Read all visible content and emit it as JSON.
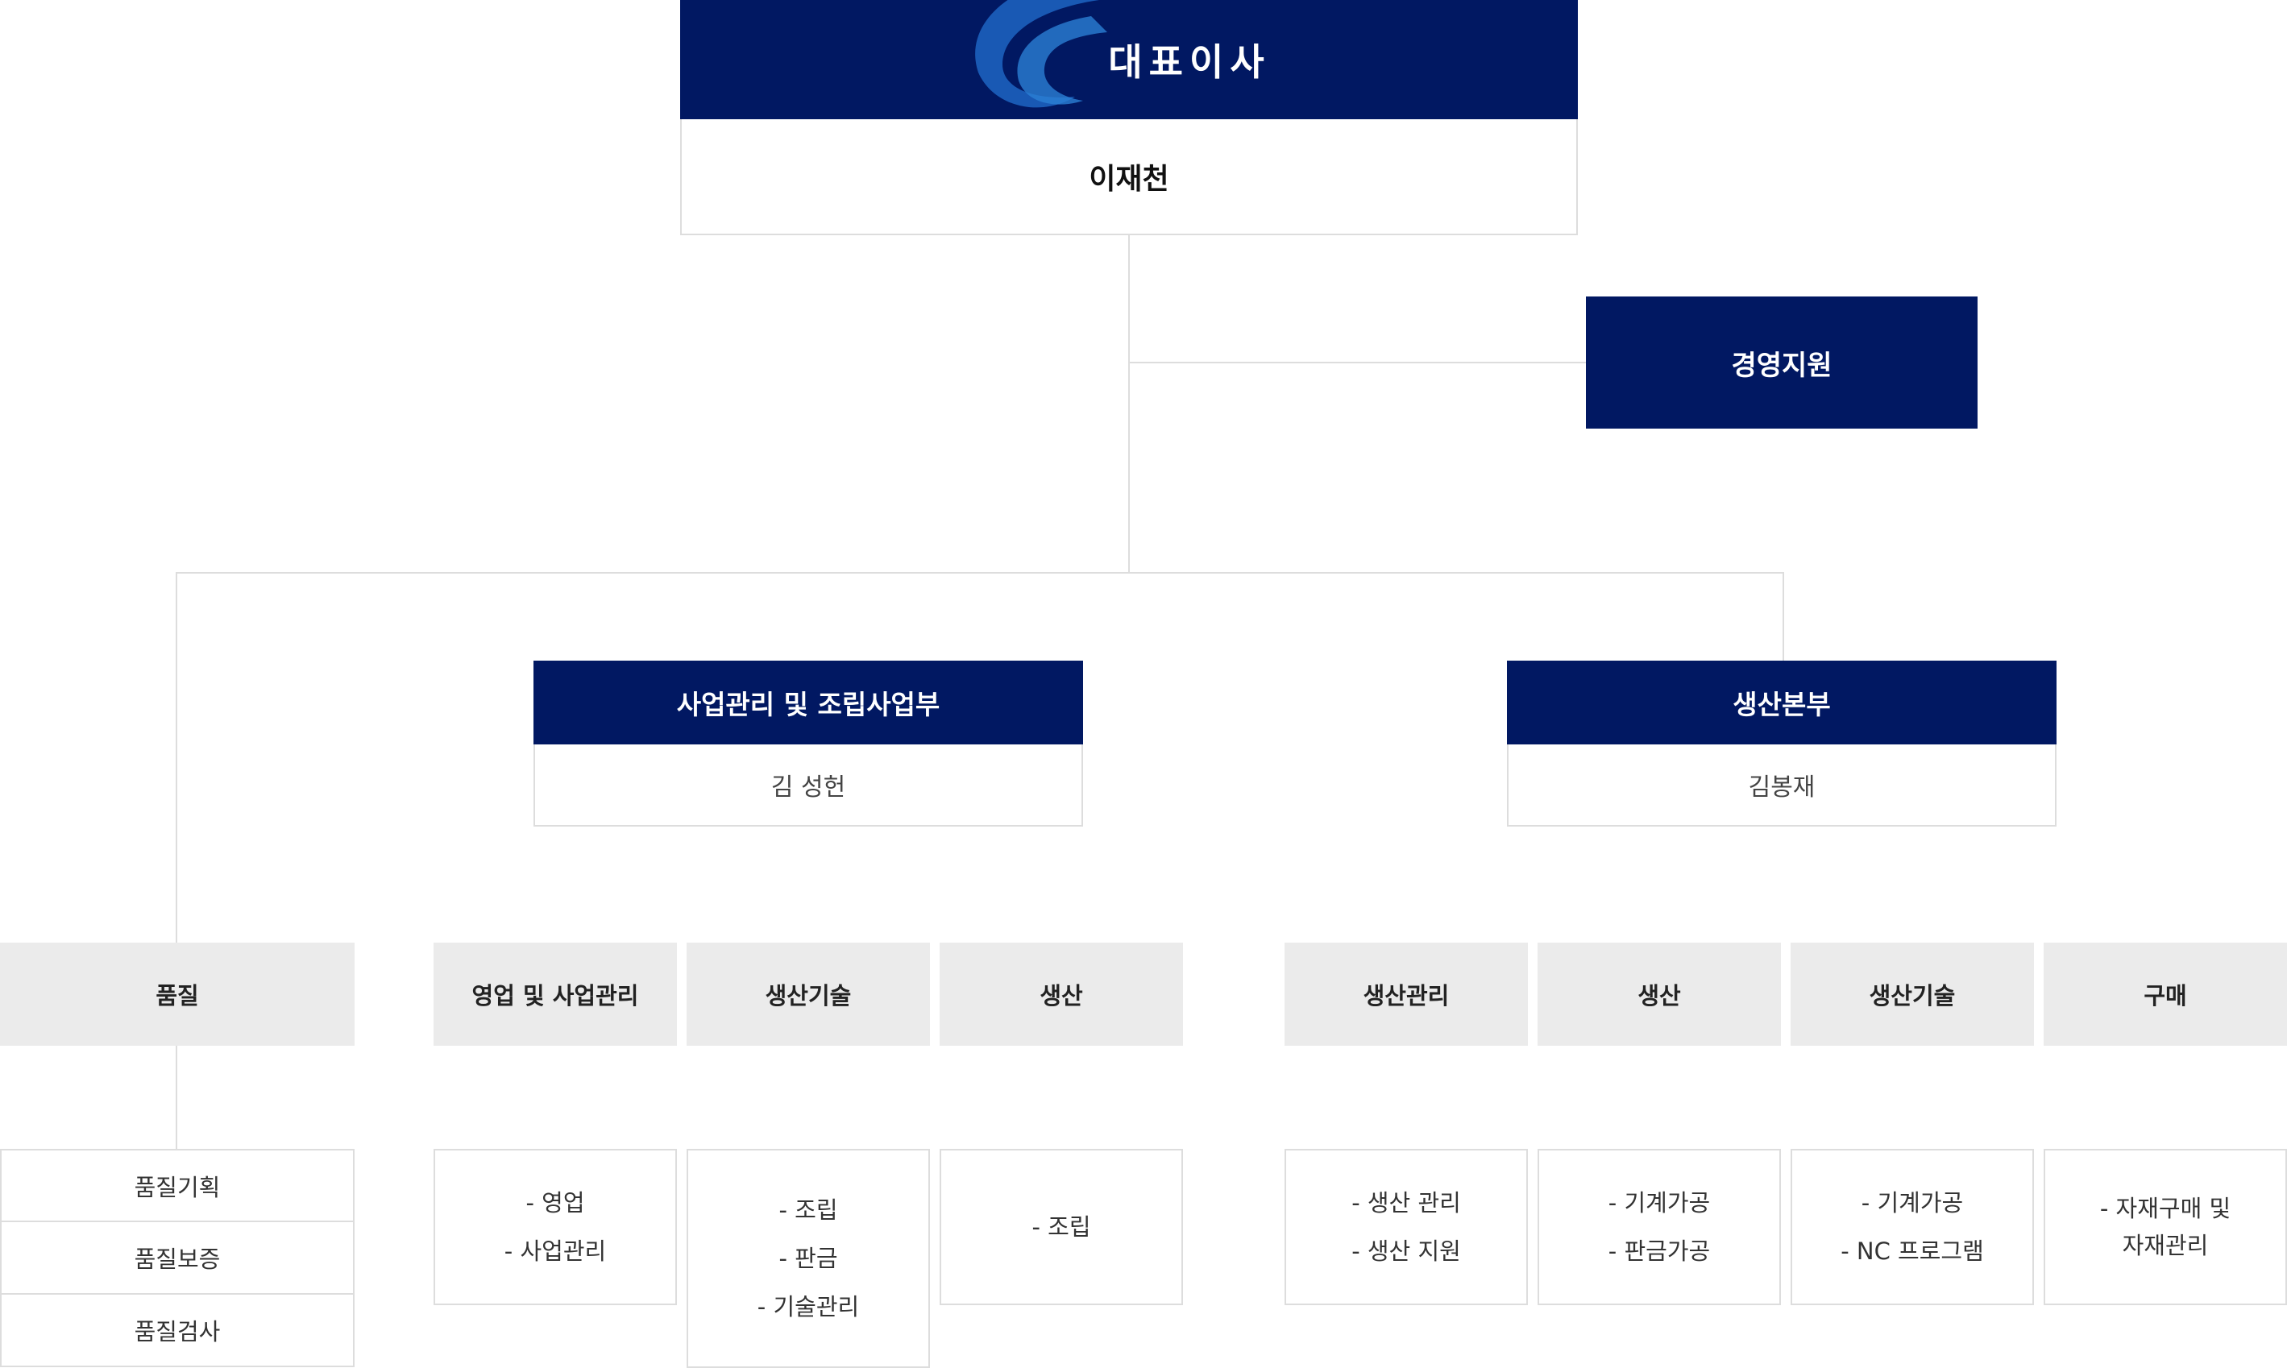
{
  "ceo": {
    "title": "대표이사",
    "name": "이재천"
  },
  "management_support": {
    "title": "경영지원"
  },
  "divisions": [
    {
      "title": "사업관리 및 조립사업부",
      "head": "김 성헌"
    },
    {
      "title": "생산본부",
      "head": "김봉재"
    }
  ],
  "departments": [
    {
      "name": "품질",
      "duties": [
        "품질기획",
        "품질보증",
        "품질검사"
      ]
    },
    {
      "name": "영업 및 사업관리",
      "duties": [
        "- 영업",
        "- 사업관리"
      ]
    },
    {
      "name": "생산기술",
      "duties": [
        "- 조립",
        "- 판금",
        "- 기술관리"
      ]
    },
    {
      "name": "생산",
      "duties": [
        "- 조립"
      ]
    },
    {
      "name": "생산관리",
      "duties": [
        "- 생산 관리",
        "- 생산 지원"
      ]
    },
    {
      "name": "생산",
      "duties": [
        "- 기계가공",
        "- 판금가공"
      ]
    },
    {
      "name": "생산기술",
      "duties": [
        "- 기계가공",
        "- NC 프로그램"
      ]
    },
    {
      "name": "구매",
      "duties": [
        "- 자재구매 및",
        "자재관리"
      ]
    }
  ],
  "colors": {
    "navy": "#011862",
    "gray_box": "#ebebeb",
    "line": "#dddddd"
  }
}
